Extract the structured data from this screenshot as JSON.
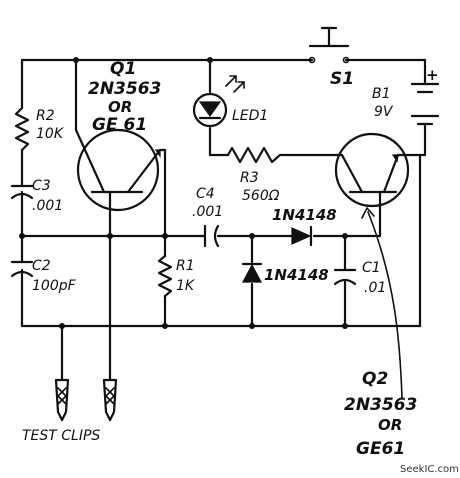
{
  "components": {
    "q1": {
      "ref": "Q1",
      "part": "2N3563",
      "or": "OR",
      "alt": "GE 61"
    },
    "q2": {
      "ref": "Q2",
      "part": "2N3563",
      "or": "OR",
      "alt": "GE61"
    },
    "led1": {
      "ref": "LED1"
    },
    "s1": {
      "ref": "S1"
    },
    "b1": {
      "ref": "B1",
      "value": "9V",
      "plus": "+"
    },
    "r1": {
      "ref": "R1",
      "value": "1K"
    },
    "r2": {
      "ref": "R2",
      "value": "10K"
    },
    "r3": {
      "ref": "R3",
      "value": "560Ω"
    },
    "c1": {
      "ref": "C1",
      "value": ".01"
    },
    "c2": {
      "ref": "C2",
      "value": "100pF"
    },
    "c3": {
      "ref": "C3",
      "value": ".001"
    },
    "c4": {
      "ref": "C4",
      "value": ".001"
    },
    "d_series": {
      "part": "1N4148"
    },
    "d_shunt": {
      "part": "1N4148"
    }
  },
  "test_clips_label": "TEST CLIPS",
  "watermark": "SeekIC.com"
}
